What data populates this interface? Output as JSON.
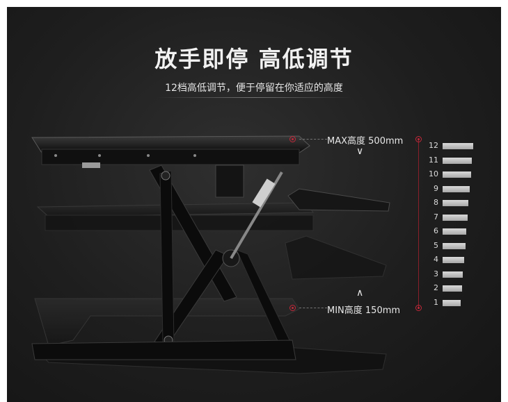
{
  "title": "放手即停 高低调节",
  "subtitle": "12档高低调节，便于停留在你适应的高度",
  "max_label": "MAX高度 500mm",
  "min_label": "MIN高度 150mm",
  "arrow_down": "∨",
  "arrow_up": "∧",
  "scale_levels": [
    12,
    11,
    10,
    9,
    8,
    7,
    6,
    5,
    4,
    3,
    2,
    1
  ],
  "accent_color": "#c3283a"
}
